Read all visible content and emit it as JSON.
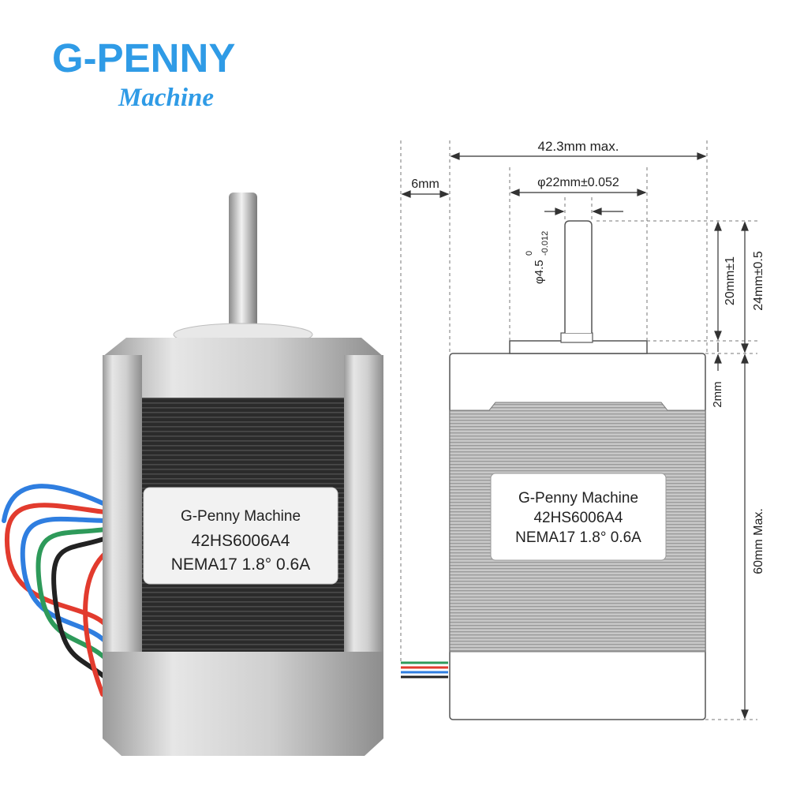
{
  "brand": {
    "name": "G-PENNY",
    "tagline": "Machine",
    "color": "#2f9be6"
  },
  "photo_label": {
    "line1": "G-Penny Machine",
    "line2": "42HS6006A4",
    "line3": "NEMA17 1.8° 0.6A"
  },
  "drawing_label": {
    "line1": "G-Penny Machine",
    "line2": "42HS6006A4",
    "line3": "NEMA17   1.8° 0.6A"
  },
  "dimensions": {
    "width": "42.3mm max.",
    "flange_offset": "6mm",
    "boss_diameter": "φ22mm±0.052",
    "shaft_diameter": "φ4.5",
    "shaft_tol_upper": "0",
    "shaft_tol_lower": "-0.012",
    "shaft_length": "20mm±1",
    "shaft_total": "24mm±0.5",
    "boss_height": "2mm",
    "body_length": "60mm Max."
  },
  "wire_colors": [
    "#e23b2e",
    "#2f7ee0",
    "#2e9a5a",
    "#222222"
  ]
}
